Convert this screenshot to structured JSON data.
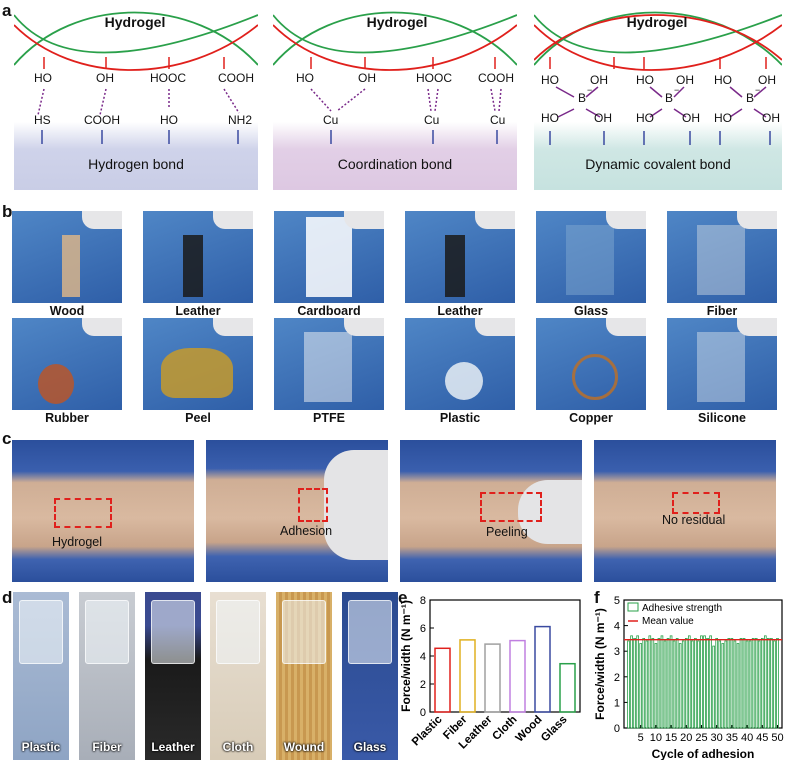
{
  "letters": {
    "a": "a",
    "b": "b",
    "c": "c",
    "d": "d",
    "e": "e",
    "f": "f"
  },
  "panel_a": {
    "title": "Hydrogel",
    "groups": [
      {
        "band_label": "Hydrogen bond",
        "band_color": "#cfd3ea",
        "top": [
          "HO",
          "OH",
          "HOOC",
          "COOH"
        ],
        "bottom": [
          "HS",
          "COOH",
          "HO",
          "NH2"
        ]
      },
      {
        "band_label": "Coordination bond",
        "band_color": "#e2cfe6",
        "top": [
          "HO",
          "OH",
          "HOOC",
          "COOH"
        ],
        "bottom": [
          "Cu",
          "Cu",
          "Cu"
        ]
      },
      {
        "band_label": "Dynamic covalent bond",
        "band_color": "#cfe7e4",
        "ho": "HO",
        "oh": "OH",
        "b": "B",
        "minus": "−"
      }
    ],
    "colors": {
      "green": "#2aa04a",
      "red": "#e0201c",
      "purple": "#7a2a8a",
      "blue": "#3a4aa0"
    }
  },
  "panel_b": {
    "row1": [
      "Wood",
      "Leather",
      "Cardboard",
      "Leather",
      "Glass",
      "Fiber"
    ],
    "row2": [
      "Rubber",
      "Peel",
      "PTFE",
      "Plastic",
      "Copper",
      "Silicone"
    ]
  },
  "panel_c": {
    "labels": [
      "Hydrogel",
      "Adhesion",
      "Peeling",
      "No residual"
    ]
  },
  "panel_d": {
    "labels": [
      "Plastic",
      "Fiber",
      "Leather",
      "Cloth",
      "Wound",
      "Glass"
    ]
  },
  "chart_data": [
    {
      "type": "bar",
      "panel": "e",
      "categories": [
        "Plastic",
        "Fiber",
        "Leather",
        "Cloth",
        "Wood",
        "Glass"
      ],
      "values": [
        4.55,
        5.15,
        4.85,
        5.1,
        6.1,
        3.45
      ],
      "colors": [
        "#e0201c",
        "#e0b020",
        "#a0a0a0",
        "#c080e0",
        "#3a4aa0",
        "#2aa04a"
      ],
      "ylabel": "Force/width (N m⁻¹)",
      "ylim": [
        0,
        8
      ],
      "yticks": [
        0,
        2,
        4,
        6,
        8
      ]
    },
    {
      "type": "bar",
      "panel": "f",
      "x": [
        1,
        2,
        3,
        4,
        5,
        6,
        7,
        8,
        9,
        10,
        11,
        12,
        13,
        14,
        15,
        16,
        17,
        18,
        19,
        20,
        21,
        22,
        23,
        24,
        25,
        26,
        27,
        28,
        29,
        30,
        31,
        32,
        33,
        34,
        35,
        36,
        37,
        38,
        39,
        40,
        41,
        42,
        43,
        44,
        45,
        46,
        47,
        48,
        49,
        50
      ],
      "values": [
        3.4,
        3.6,
        3.5,
        3.6,
        3.3,
        3.5,
        3.4,
        3.6,
        3.5,
        3.3,
        3.5,
        3.6,
        3.4,
        3.5,
        3.6,
        3.4,
        3.5,
        3.3,
        3.4,
        3.5,
        3.6,
        3.4,
        3.5,
        3.4,
        3.6,
        3.6,
        3.5,
        3.6,
        3.2,
        3.5,
        3.4,
        3.3,
        3.4,
        3.5,
        3.5,
        3.4,
        3.3,
        3.5,
        3.5,
        3.4,
        3.4,
        3.5,
        3.5,
        3.4,
        3.5,
        3.6,
        3.5,
        3.5,
        3.4,
        3.5
      ],
      "mean": 3.45,
      "legend": [
        "Adhesive strength",
        "Mean value"
      ],
      "xlabel": "Cycle of adhesion",
      "ylabel": "Force/width (N m⁻¹)",
      "ylim": [
        0,
        5
      ],
      "yticks": [
        0,
        1,
        2,
        3,
        4,
        5
      ],
      "xticks": [
        5,
        10,
        15,
        20,
        25,
        30,
        35,
        40,
        45,
        50
      ]
    }
  ]
}
